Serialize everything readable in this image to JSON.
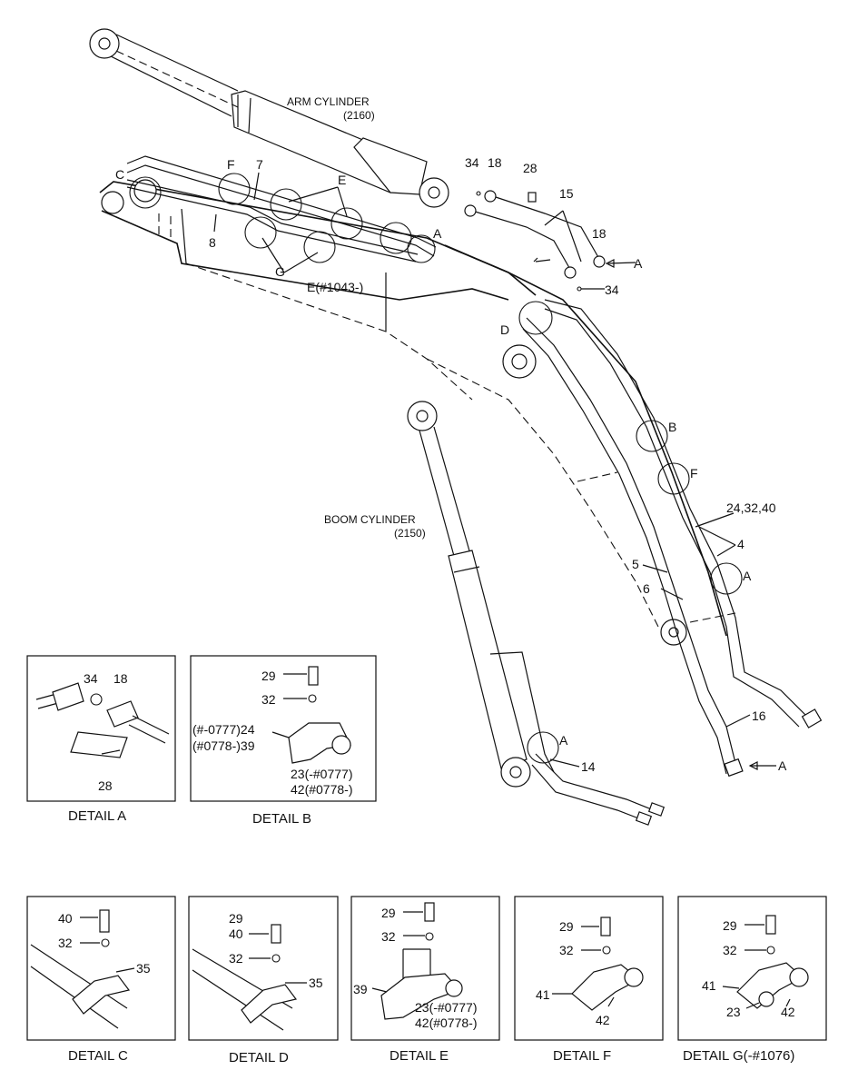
{
  "main": {
    "arm_cylinder": {
      "title": "ARM CYLINDER",
      "code": "(2160)"
    },
    "boom_cylinder": {
      "title": "BOOM CYLINDER",
      "code": "(2150)"
    },
    "callouts": {
      "c34a": "34",
      "c18a": "18",
      "c28": "28",
      "c15": "15",
      "c18b": "18",
      "cA1": "A",
      "c34b": "34",
      "cC": "C",
      "cF1": "F",
      "c7": "7",
      "cE1": "E",
      "cA2": "A",
      "c8": "8",
      "cG": "G",
      "cE2": "E(#1043-)",
      "cD": "D",
      "cB": "B",
      "cF2": "F",
      "c24": "24,32,40",
      "c4": "4",
      "c5": "5",
      "cA3": "A",
      "c6": "6",
      "c16": "16",
      "cA4": "A",
      "cA5": "A",
      "c14": "14"
    }
  },
  "details": {
    "A": {
      "caption": "DETAIL A",
      "l34": "34",
      "l18": "18",
      "l28": "28"
    },
    "B": {
      "caption": "DETAIL B",
      "l29": "29",
      "l32": "32",
      "l24": "(#-0777)24",
      "l39": "(#0778-)39",
      "l23": "23(-#0777)",
      "l42": "42(#0778-)"
    },
    "C": {
      "caption": "DETAIL C",
      "l40": "40",
      "l32": "32",
      "l35": "35"
    },
    "D": {
      "caption": "DETAIL D",
      "l29": "29",
      "l40": "40",
      "l32": "32",
      "l35": "35"
    },
    "E": {
      "caption": "DETAIL E",
      "l29": "29",
      "l32": "32",
      "l39": "39",
      "l23": "23(-#0777)",
      "l42": "42(#0778-)"
    },
    "F": {
      "caption": "DETAIL F",
      "l29": "29",
      "l32": "32",
      "l41": "41",
      "l42": "42"
    },
    "G": {
      "caption": "DETAIL G(-#1076)",
      "l29": "29",
      "l32": "32",
      "l41": "41",
      "l23": "23",
      "l42": "42"
    }
  }
}
